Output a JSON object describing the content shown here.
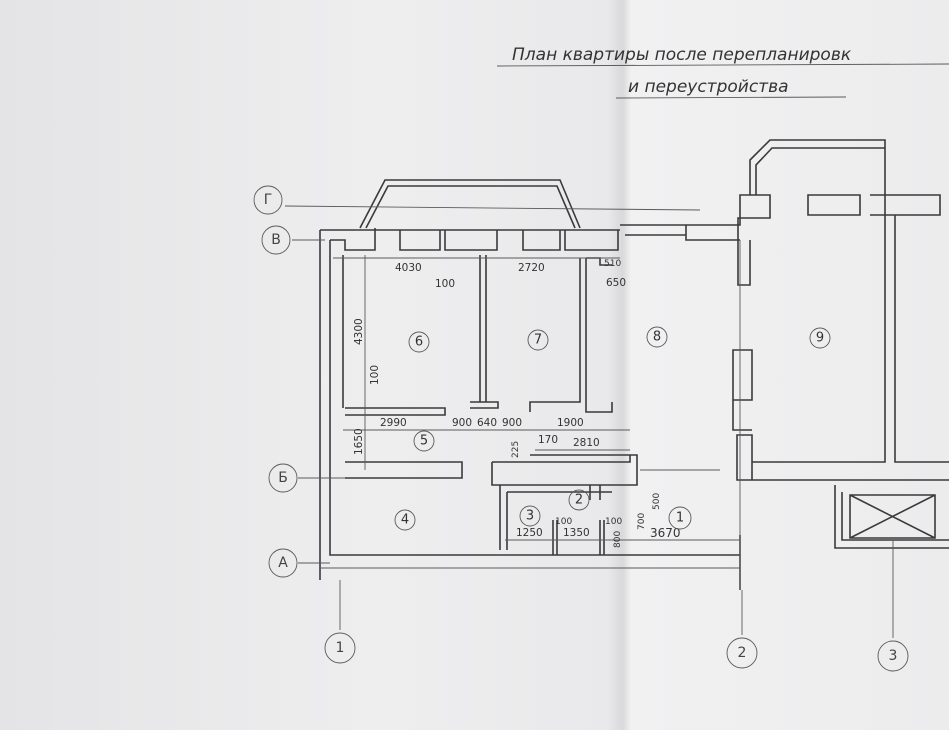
{
  "title": {
    "line1": "План квартиры после перепланировк",
    "line2": "и переустройства"
  },
  "axes": {
    "row": [
      "Г",
      "В",
      "Б",
      "А"
    ],
    "col": [
      "1",
      "2",
      "3"
    ]
  },
  "rooms": [
    "1",
    "2",
    "3",
    "4",
    "5",
    "6",
    "7",
    "8",
    "9"
  ],
  "dims": {
    "d4030": "4030",
    "d2720": "2720",
    "d510": "510",
    "d650": "650",
    "d100a": "100",
    "d4300": "4300",
    "d100b": "100",
    "d2990": "2990",
    "d900a": "900",
    "d640": "640",
    "d900b": "900",
    "d1900": "1900",
    "d1650": "1650",
    "d225": "225",
    "d170": "170",
    "d2810": "2810",
    "d1250": "1250",
    "d100c": "100",
    "d1350": "1350",
    "d100d": "100",
    "d800": "800",
    "d700": "700",
    "d500": "500",
    "d3670": "3670"
  }
}
